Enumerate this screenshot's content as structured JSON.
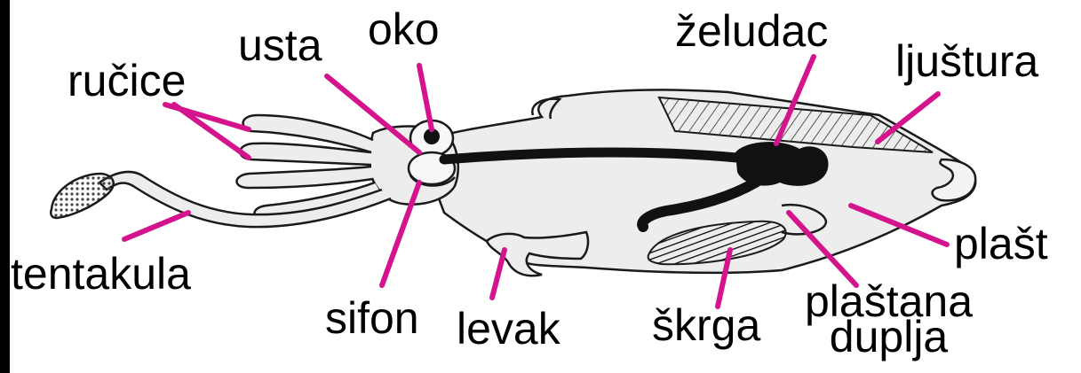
{
  "labels": {
    "rucice": "ručice",
    "usta": "usta",
    "oko": "oko",
    "zeludac": "želudac",
    "ljustura": "ljuštura",
    "plast": "plašt",
    "plastana": "plaštana",
    "duplja": "duplja",
    "skrga": "škrga",
    "levak": "levak",
    "sifon": "sifon",
    "tentakula": "tentakula"
  },
  "colors": {
    "pointer": "#d4148c",
    "outline": "#1a1a1a",
    "body_fill": "#ededed",
    "organ_fill": "#111111",
    "gill_fill": "#3a3a3a"
  }
}
